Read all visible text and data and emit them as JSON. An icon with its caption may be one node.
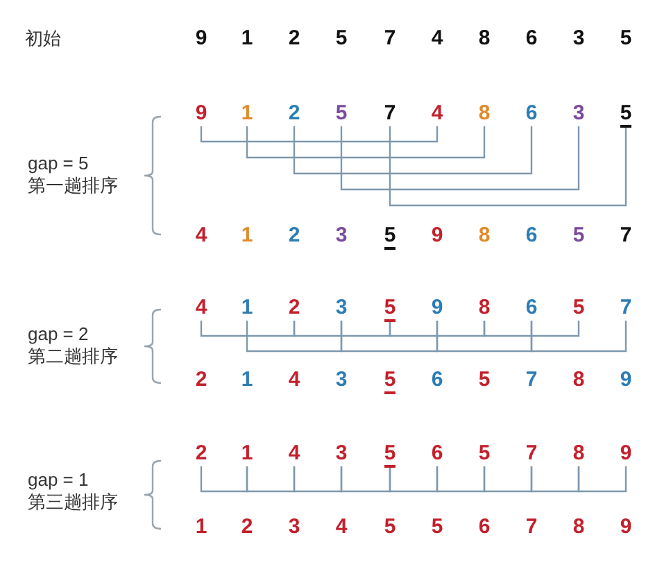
{
  "diagram": {
    "nodes": [
      {
        "text": [
          "9"
        ]
      },
      {
        "text": [
          "1"
        ]
      },
      {
        "text": [
          "2"
        ]
      },
      {
        "text": [
          "5"
        ]
      },
      {
        "text": [
          "7"
        ]
      },
      {
        "text": [
          "4"
        ]
      },
      {
        "text": [
          "8"
        ]
      },
      {
        "text": [
          "6"
        ]
      },
      {
        "text": [
          "3"
        ]
      },
      {
        "text": [
          "5"
        ]
      },
      {
        "text": [
          "9"
        ]
      },
      {
        "text": [
          "1"
        ]
      },
      {
        "text": [
          "2"
        ]
      },
      {
        "text": [
          "5"
        ]
      },
      {
        "text": [
          "7"
        ]
      },
      {
        "text": [
          "4"
        ]
      },
      {
        "text": [
          "8"
        ]
      },
      {
        "text": [
          "6"
        ]
      },
      {
        "text": [
          "3"
        ]
      },
      {
        "text": [
          "5"
        ]
      },
      {
        "text": [
          "4"
        ]
      },
      {
        "text": [
          "1"
        ]
      },
      {
        "text": [
          "2"
        ]
      },
      {
        "text": [
          "3"
        ]
      },
      {
        "text": [
          "5"
        ]
      },
      {
        "text": [
          "9"
        ]
      },
      {
        "text": [
          "8"
        ]
      },
      {
        "text": [
          "6"
        ]
      },
      {
        "text": [
          "5"
        ]
      },
      {
        "text": [
          "7"
        ]
      },
      {
        "text": [
          "4"
        ]
      },
      {
        "text": [
          "1"
        ]
      },
      {
        "text": [
          "2"
        ]
      },
      {
        "text": [
          "3"
        ]
      },
      {
        "text": [
          "5"
        ]
      },
      {
        "text": [
          "9"
        ]
      },
      {
        "text": [
          "8"
        ]
      },
      {
        "text": [
          "6"
        ]
      },
      {
        "text": [
          "5"
        ]
      },
      {
        "text": [
          "7"
        ]
      },
      {
        "text": [
          "2"
        ]
      },
      {
        "text": [
          "1"
        ]
      },
      {
        "text": [
          "4"
        ]
      },
      {
        "text": [
          "3"
        ]
      },
      {
        "text": [
          "5"
        ]
      },
      {
        "text": [
          "6"
        ]
      },
      {
        "text": [
          "5"
        ]
      },
      {
        "text": [
          "7"
        ]
      },
      {
        "text": [
          "8"
        ]
      },
      {
        "text": [
          "9"
        ]
      },
      {
        "text": [
          "2"
        ]
      },
      {
        "text": [
          "1"
        ]
      },
      {
        "text": [
          "4"
        ]
      },
      {
        "text": [
          "3"
        ]
      },
      {
        "text": [
          "5"
        ]
      },
      {
        "text": [
          "6"
        ]
      },
      {
        "text": [
          "5"
        ]
      },
      {
        "text": [
          "7"
        ]
      },
      {
        "text": [
          "8"
        ]
      },
      {
        "text": [
          "9"
        ]
      },
      {
        "text": [
          "1"
        ]
      },
      {
        "text": [
          "2"
        ]
      },
      {
        "text": [
          "3"
        ]
      },
      {
        "text": [
          "4"
        ]
      },
      {
        "text": [
          "5"
        ]
      },
      {
        "text": [
          "5"
        ]
      },
      {
        "text": [
          "6"
        ]
      },
      {
        "text": [
          "7"
        ]
      },
      {
        "text": [
          "8"
        ]
      },
      {
        "text": [
          "9"
        ]
      }
    ],
    "edges": [
      {
        "from": 10,
        "to": 15,
        "arrow": "none"
      },
      {
        "from": 11,
        "to": 16,
        "arrow": "none"
      },
      {
        "from": 12,
        "to": 17,
        "arrow": "none"
      },
      {
        "from": 13,
        "to": 18,
        "arrow": "none"
      },
      {
        "from": 14,
        "to": 19,
        "arrow": "none"
      },
      {
        "from": 30,
        "to": 32,
        "arrow": "none"
      },
      {
        "from": 32,
        "to": 34,
        "arrow": "none"
      },
      {
        "from": 34,
        "to": 36,
        "arrow": "none"
      },
      {
        "from": 36,
        "to": 38,
        "arrow": "none"
      },
      {
        "from": 31,
        "to": 33,
        "arrow": "none"
      },
      {
        "from": 33,
        "to": 35,
        "arrow": "none"
      },
      {
        "from": 35,
        "to": 37,
        "arrow": "none"
      },
      {
        "from": 37,
        "to": 39,
        "arrow": "none"
      },
      {
        "from": 50,
        "to": 51,
        "arrow": "none"
      },
      {
        "from": 51,
        "to": 52,
        "arrow": "none"
      },
      {
        "from": 52,
        "to": 53,
        "arrow": "none"
      },
      {
        "from": 53,
        "to": 54,
        "arrow": "none"
      },
      {
        "from": 54,
        "to": 55,
        "arrow": "none"
      },
      {
        "from": 55,
        "to": 56,
        "arrow": "none"
      },
      {
        "from": 56,
        "to": 57,
        "arrow": "none"
      },
      {
        "from": 57,
        "to": 58,
        "arrow": "none"
      },
      {
        "from": 58,
        "to": 59,
        "arrow": "none"
      }
    ],
    "labels": [
      "初始",
      "gap = 5",
      "第一趟排序",
      "gap = 2",
      "第二趟排序",
      "gap = 1",
      "第三趟排序"
    ]
  }
}
